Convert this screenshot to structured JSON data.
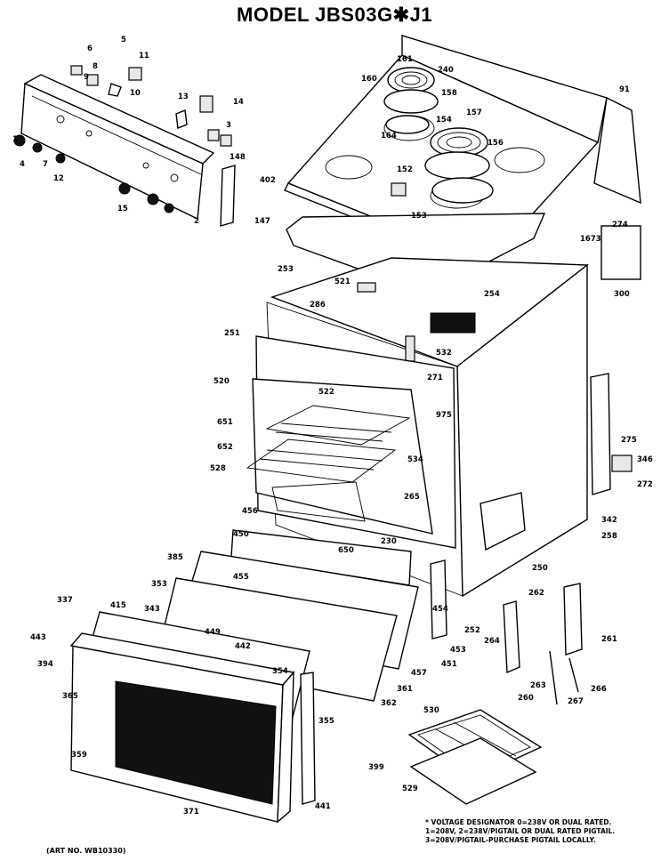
{
  "title": "MODEL JBS03G✱J1",
  "art_number": "(ART NO. WB10330)",
  "note_lines": [
    "* VOLTAGE DESIGNATOR 0=238V OR DUAL RATED.",
    "1=208V, 2=238V/PIGTAIL OR DUAL RATED PIGTAIL.",
    "3=208V/PIGTAIL-PURCHASE PIGTAIL LOCALLY."
  ],
  "part_labels": [
    {
      "id": "5"
    },
    {
      "id": "6"
    },
    {
      "id": "11"
    },
    {
      "id": "8"
    },
    {
      "id": "9"
    },
    {
      "id": "10"
    },
    {
      "id": "13"
    },
    {
      "id": "14"
    },
    {
      "id": "3"
    },
    {
      "id": "2"
    },
    {
      "id": "1"
    },
    {
      "id": "4"
    },
    {
      "id": "7"
    },
    {
      "id": "12"
    },
    {
      "id": "15"
    },
    {
      "id": "148"
    },
    {
      "id": "402"
    },
    {
      "id": "147"
    },
    {
      "id": "161"
    },
    {
      "id": "240"
    },
    {
      "id": "160"
    },
    {
      "id": "158"
    },
    {
      "id": "154"
    },
    {
      "id": "157"
    },
    {
      "id": "156"
    },
    {
      "id": "164"
    },
    {
      "id": "152"
    },
    {
      "id": "153"
    },
    {
      "id": "91"
    },
    {
      "id": "274"
    },
    {
      "id": "1673"
    },
    {
      "id": "300"
    },
    {
      "id": "253"
    },
    {
      "id": "521"
    },
    {
      "id": "286"
    },
    {
      "id": "254"
    },
    {
      "id": "251"
    },
    {
      "id": "532"
    },
    {
      "id": "520"
    },
    {
      "id": "271"
    },
    {
      "id": "522"
    },
    {
      "id": "651"
    },
    {
      "id": "275"
    },
    {
      "id": "652"
    },
    {
      "id": "534"
    },
    {
      "id": "346"
    },
    {
      "id": "272"
    },
    {
      "id": "528"
    },
    {
      "id": "265"
    },
    {
      "id": "262"
    },
    {
      "id": "342"
    },
    {
      "id": "258"
    },
    {
      "id": "450"
    },
    {
      "id": "650"
    },
    {
      "id": "230"
    },
    {
      "id": "250"
    },
    {
      "id": "385"
    },
    {
      "id": "455"
    },
    {
      "id": "353"
    },
    {
      "id": "415"
    },
    {
      "id": "343"
    },
    {
      "id": "454"
    },
    {
      "id": "337"
    },
    {
      "id": "449"
    },
    {
      "id": "443"
    },
    {
      "id": "442"
    },
    {
      "id": "252"
    },
    {
      "id": "453"
    },
    {
      "id": "264"
    },
    {
      "id": "261"
    },
    {
      "id": "394"
    },
    {
      "id": "354"
    },
    {
      "id": "451"
    },
    {
      "id": "457"
    },
    {
      "id": "263"
    },
    {
      "id": "365"
    },
    {
      "id": "361"
    },
    {
      "id": "362"
    },
    {
      "id": "260"
    },
    {
      "id": "267"
    },
    {
      "id": "266"
    },
    {
      "id": "530"
    },
    {
      "id": "355"
    },
    {
      "id": "359"
    },
    {
      "id": "399"
    },
    {
      "id": "529"
    },
    {
      "id": "371"
    },
    {
      "id": "441"
    },
    {
      "id": "456"
    },
    {
      "id": "975"
    }
  ]
}
